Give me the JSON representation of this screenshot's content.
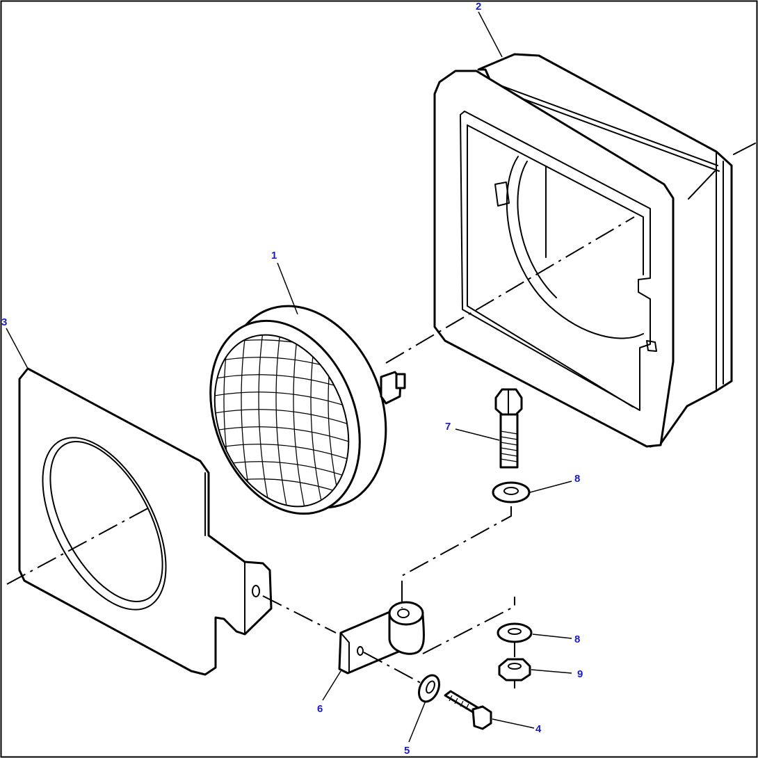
{
  "diagram": {
    "callout_color": "#1a1acc",
    "line_color": "#000000",
    "callouts": [
      {
        "id": "1",
        "text": "1"
      },
      {
        "id": "2",
        "text": "2"
      },
      {
        "id": "3",
        "text": "3"
      },
      {
        "id": "4",
        "text": "4"
      },
      {
        "id": "5",
        "text": "5"
      },
      {
        "id": "6",
        "text": "6"
      },
      {
        "id": "7",
        "text": "7"
      },
      {
        "id": "8a",
        "text": "8"
      },
      {
        "id": "8b",
        "text": "8"
      },
      {
        "id": "9",
        "text": "9"
      }
    ]
  }
}
